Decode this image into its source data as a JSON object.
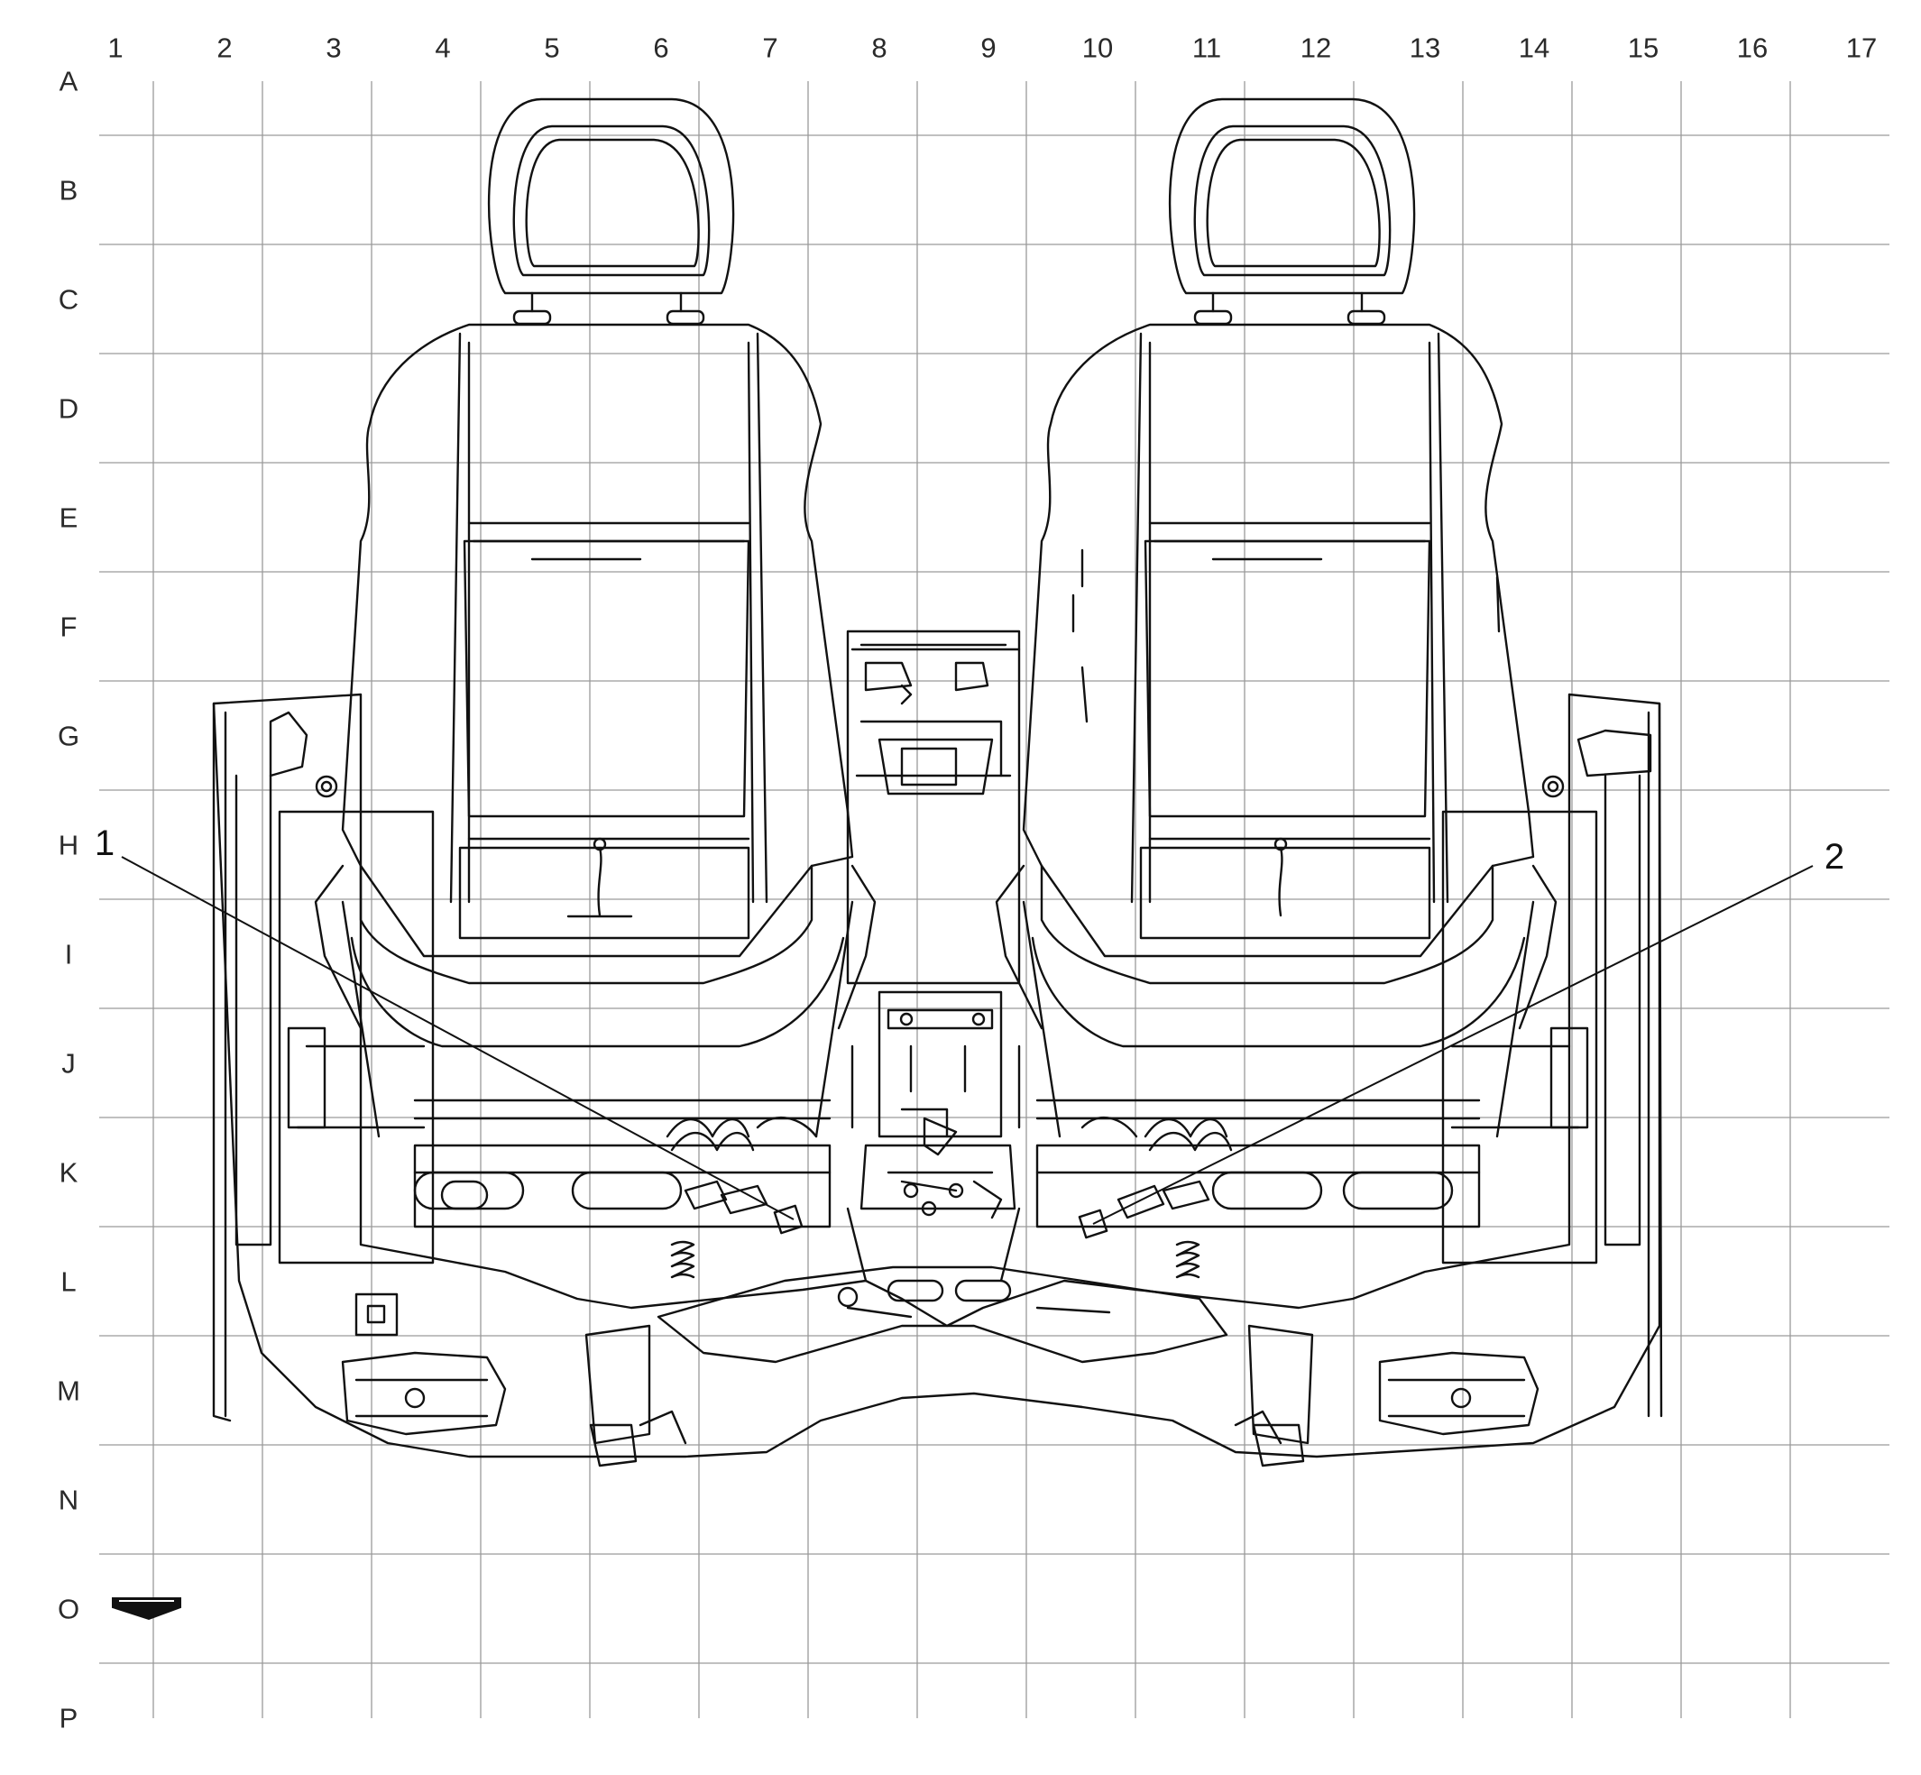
{
  "grid": {
    "columns": [
      "1",
      "2",
      "3",
      "4",
      "5",
      "6",
      "7",
      "8",
      "9",
      "10",
      "11",
      "12",
      "13",
      "14",
      "15",
      "16",
      "17"
    ],
    "rows": [
      "A",
      "B",
      "C",
      "D",
      "E",
      "F",
      "G",
      "H",
      "I",
      "J",
      "K",
      "L",
      "M",
      "N",
      "O",
      "P"
    ]
  },
  "callouts": [
    {
      "id": "1",
      "label": "1"
    },
    {
      "id": "2",
      "label": "2"
    }
  ],
  "view_arrow_icon": "view-direction-arrow-icon",
  "colors": {
    "grid": "#9a9a9a",
    "line": "#111111",
    "background": "#ffffff"
  }
}
